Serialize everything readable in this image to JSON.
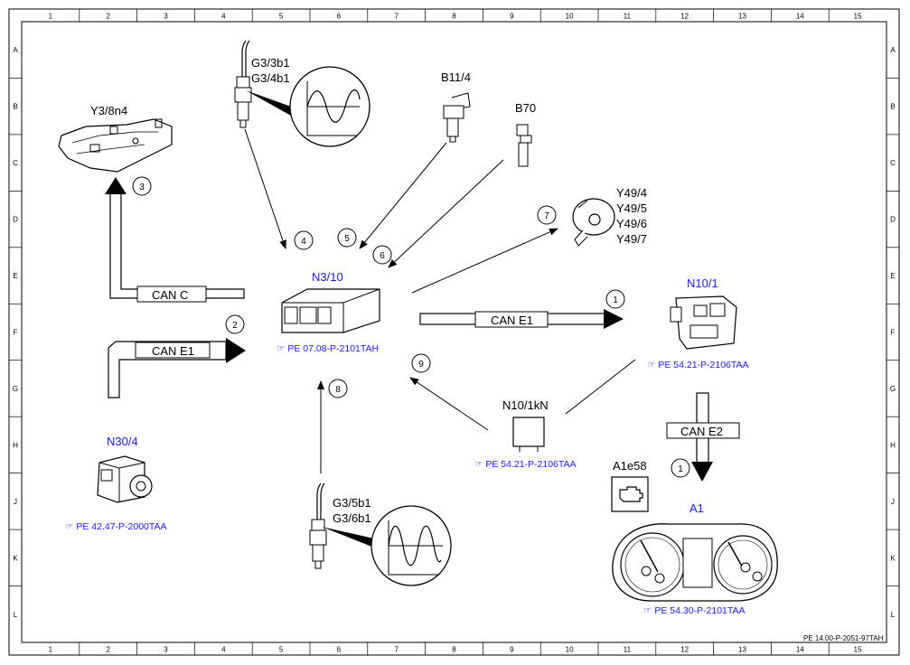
{
  "grid": {
    "columns": [
      "1",
      "2",
      "3",
      "4",
      "5",
      "6",
      "7",
      "8",
      "9",
      "10",
      "11",
      "12",
      "13",
      "14",
      "15"
    ],
    "rows": [
      "A",
      "B",
      "C",
      "D",
      "E",
      "F",
      "G",
      "H",
      "J",
      "K",
      "L"
    ]
  },
  "components": {
    "n3_10": "N3/10",
    "n10_1": "N10/1",
    "n30_4": "N30/4",
    "a1": "A1",
    "a1e58": "A1e58",
    "y3_8n4": "Y3/8n4",
    "b11_4": "B11/4",
    "b70": "B70",
    "n10_1kn": "N10/1kN",
    "g3_upper": [
      "G3/3b1",
      "G3/4b1"
    ],
    "g3_lower": [
      "G3/5b1",
      "G3/6b1"
    ],
    "y49": [
      "Y49/4",
      "Y49/5",
      "Y49/6",
      "Y49/7"
    ]
  },
  "buses": {
    "can_c": "CAN C",
    "can_e1_left": "CAN E1",
    "can_e1_right": "CAN E1",
    "can_e2": "CAN E2"
  },
  "references": {
    "n3_10": "PE 07.08-P-2101TAH",
    "n10_1": "PE 54.21-P-2106TAA",
    "n10_1kn": "PE 54.21-P-2106TAA",
    "n30_4": "PE 42.47-P-2000TAA",
    "a1": "PE 54.30-P-2101TAA"
  },
  "markers": {
    "m1a": "1",
    "m1b": "1",
    "m2": "2",
    "m3": "3",
    "m4": "4",
    "m5": "5",
    "m6": "6",
    "m7": "7",
    "m8": "8",
    "m9": "9"
  },
  "footer": "PE 14.00-P-2051-97TAH",
  "colors": {
    "line": "#000000",
    "blue": "#1a1aff"
  },
  "icons": {
    "reference": "pointing-hand-icon"
  }
}
